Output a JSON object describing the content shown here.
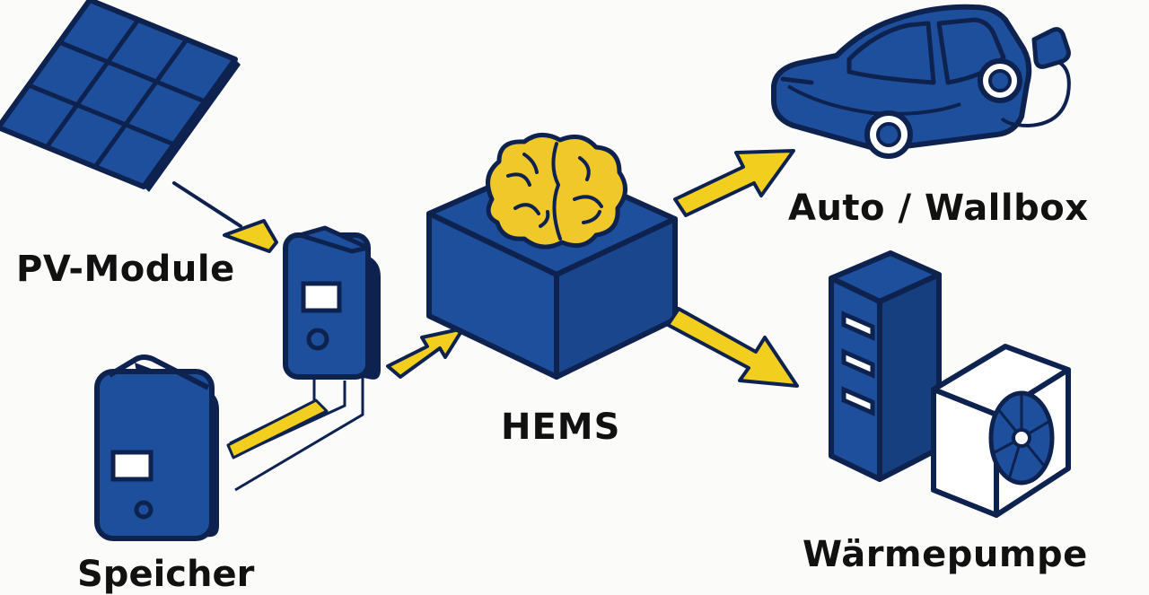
{
  "labels": {
    "pv_module": "PV-Module",
    "speicher": "Speicher",
    "hems": "HEMS",
    "auto_wallbox": "Auto / Wallbox",
    "waermepumpe": "Wärmepumpe"
  },
  "colors": {
    "device_blue": "#1e4f9c",
    "outline": "#0e2250",
    "arrow_yellow": "#f2cf1f",
    "brain_yellow": "#f0c82a",
    "background": "#fbfbf9"
  },
  "icons": [
    "solar-panel-icon",
    "inverter-icon",
    "battery-storage-icon",
    "brain-icon",
    "electric-car-icon",
    "wallbox-plug-icon",
    "heat-pump-icon"
  ]
}
